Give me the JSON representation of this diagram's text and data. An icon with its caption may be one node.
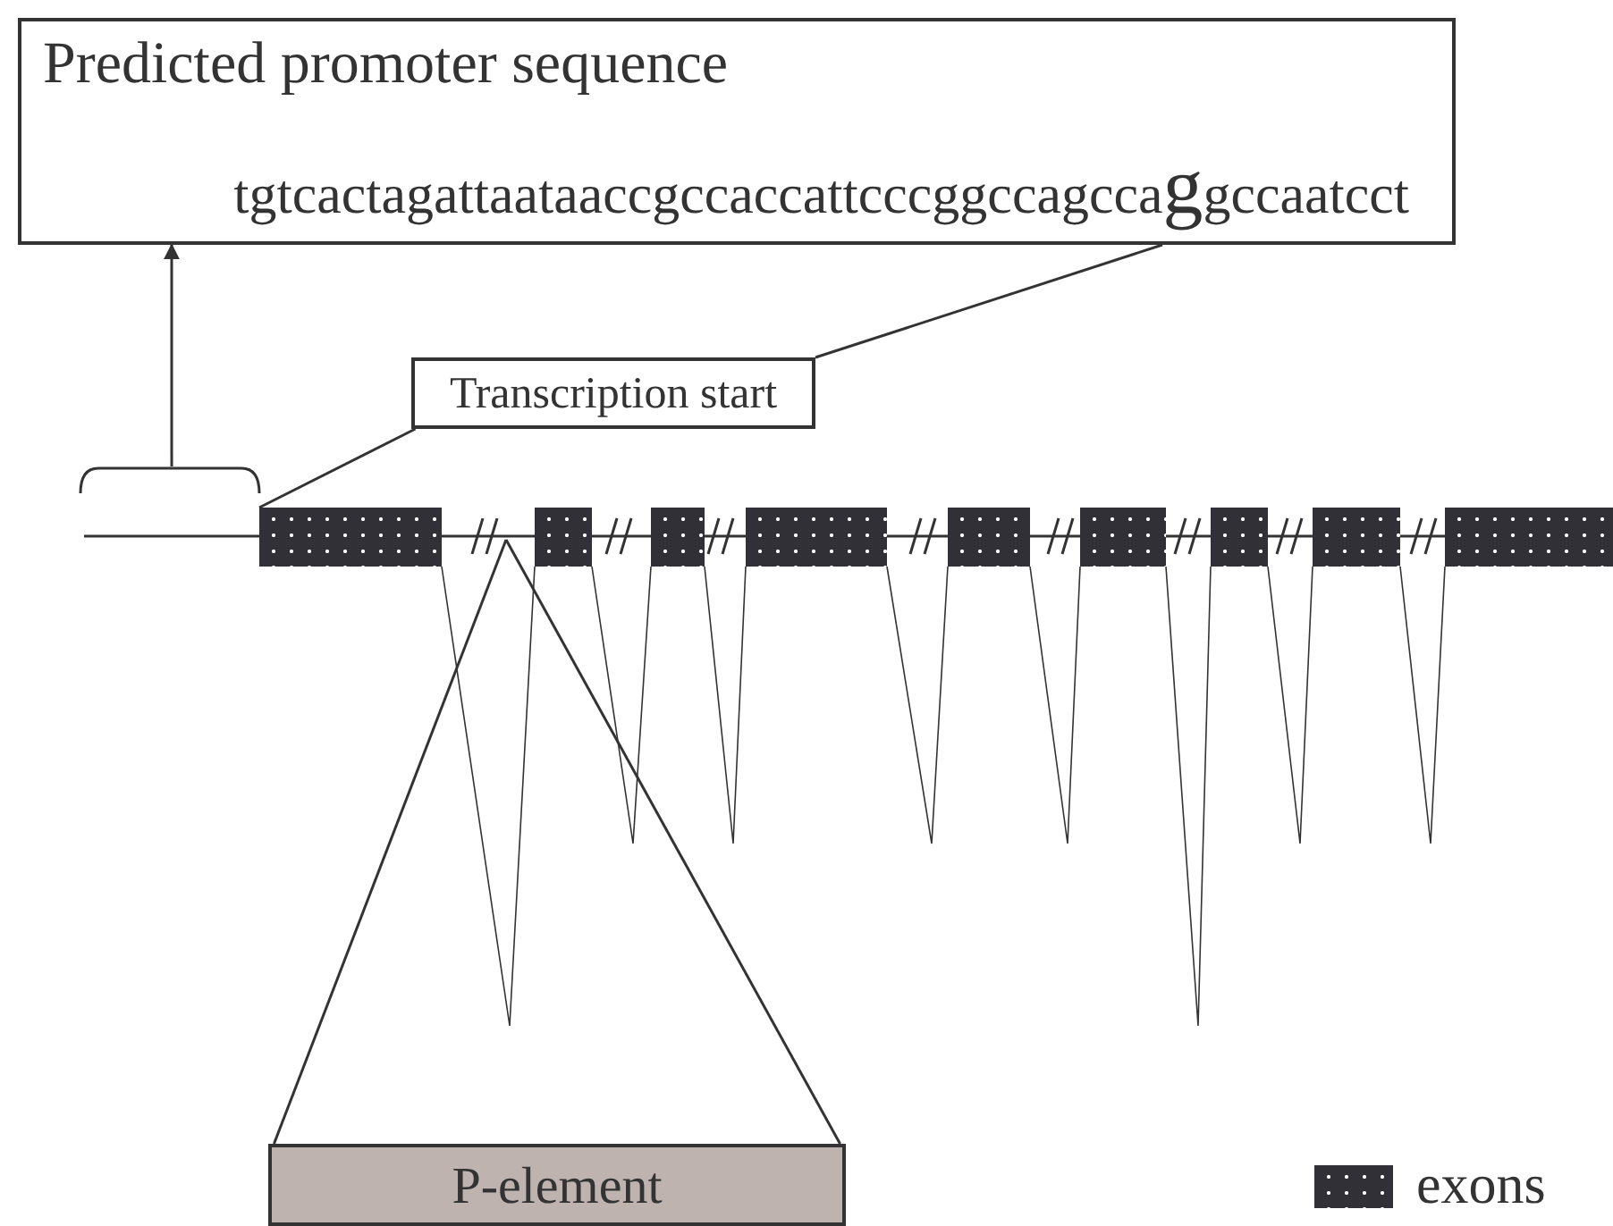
{
  "diagram": {
    "nodes": [
      {
        "text": [
          "Predicted promoter sequence",
          "tgtcactagattaataaccgccaccattcccggccagcca**g**gccaatcct"
        ]
      },
      {
        "text": [
          "Transcription start"
        ]
      },
      {
        "text": [],
        "shape": "bar"
      },
      {
        "text": [],
        "shape": "bar"
      },
      {
        "text": [],
        "shape": "bar"
      },
      {
        "text": [],
        "shape": "bar"
      },
      {
        "text": [],
        "shape": "bar"
      },
      {
        "text": [],
        "shape": "bar"
      },
      {
        "text": [],
        "shape": "bar"
      },
      {
        "text": [],
        "shape": "bar"
      },
      {
        "text": [],
        "shape": "bar"
      },
      {
        "text": [
          "P-element"
        ]
      },
      {
        "text": [],
        "shape": "bracket"
      },
      {
        "text": [],
        "shape": "break"
      }
    ],
    "edges": [
      {
        "from": 12,
        "to": 0,
        "arrow": "to"
      },
      {
        "from": 1,
        "to": 2,
        "arrow": "none"
      },
      {
        "from": 1,
        "to": 0,
        "arrow": "none"
      },
      {
        "from": 2,
        "to": 3,
        "arrow": "none"
      },
      {
        "from": 3,
        "to": 4,
        "arrow": "none"
      },
      {
        "from": 4,
        "to": 5,
        "arrow": "none"
      },
      {
        "from": 5,
        "to": 6,
        "arrow": "none"
      },
      {
        "from": 6,
        "to": 7,
        "arrow": "none"
      },
      {
        "from": 7,
        "to": 8,
        "arrow": "none"
      },
      {
        "from": 8,
        "to": 9,
        "arrow": "none"
      },
      {
        "from": 9,
        "to": 10,
        "arrow": "none"
      },
      {
        "from": 11,
        "to": 13,
        "arrow": "none"
      },
      {
        "from": 11,
        "to": 13,
        "arrow": "none"
      }
    ],
    "legend": [
      {
        "text": "exons",
        "color": "#303036"
      }
    ]
  }
}
